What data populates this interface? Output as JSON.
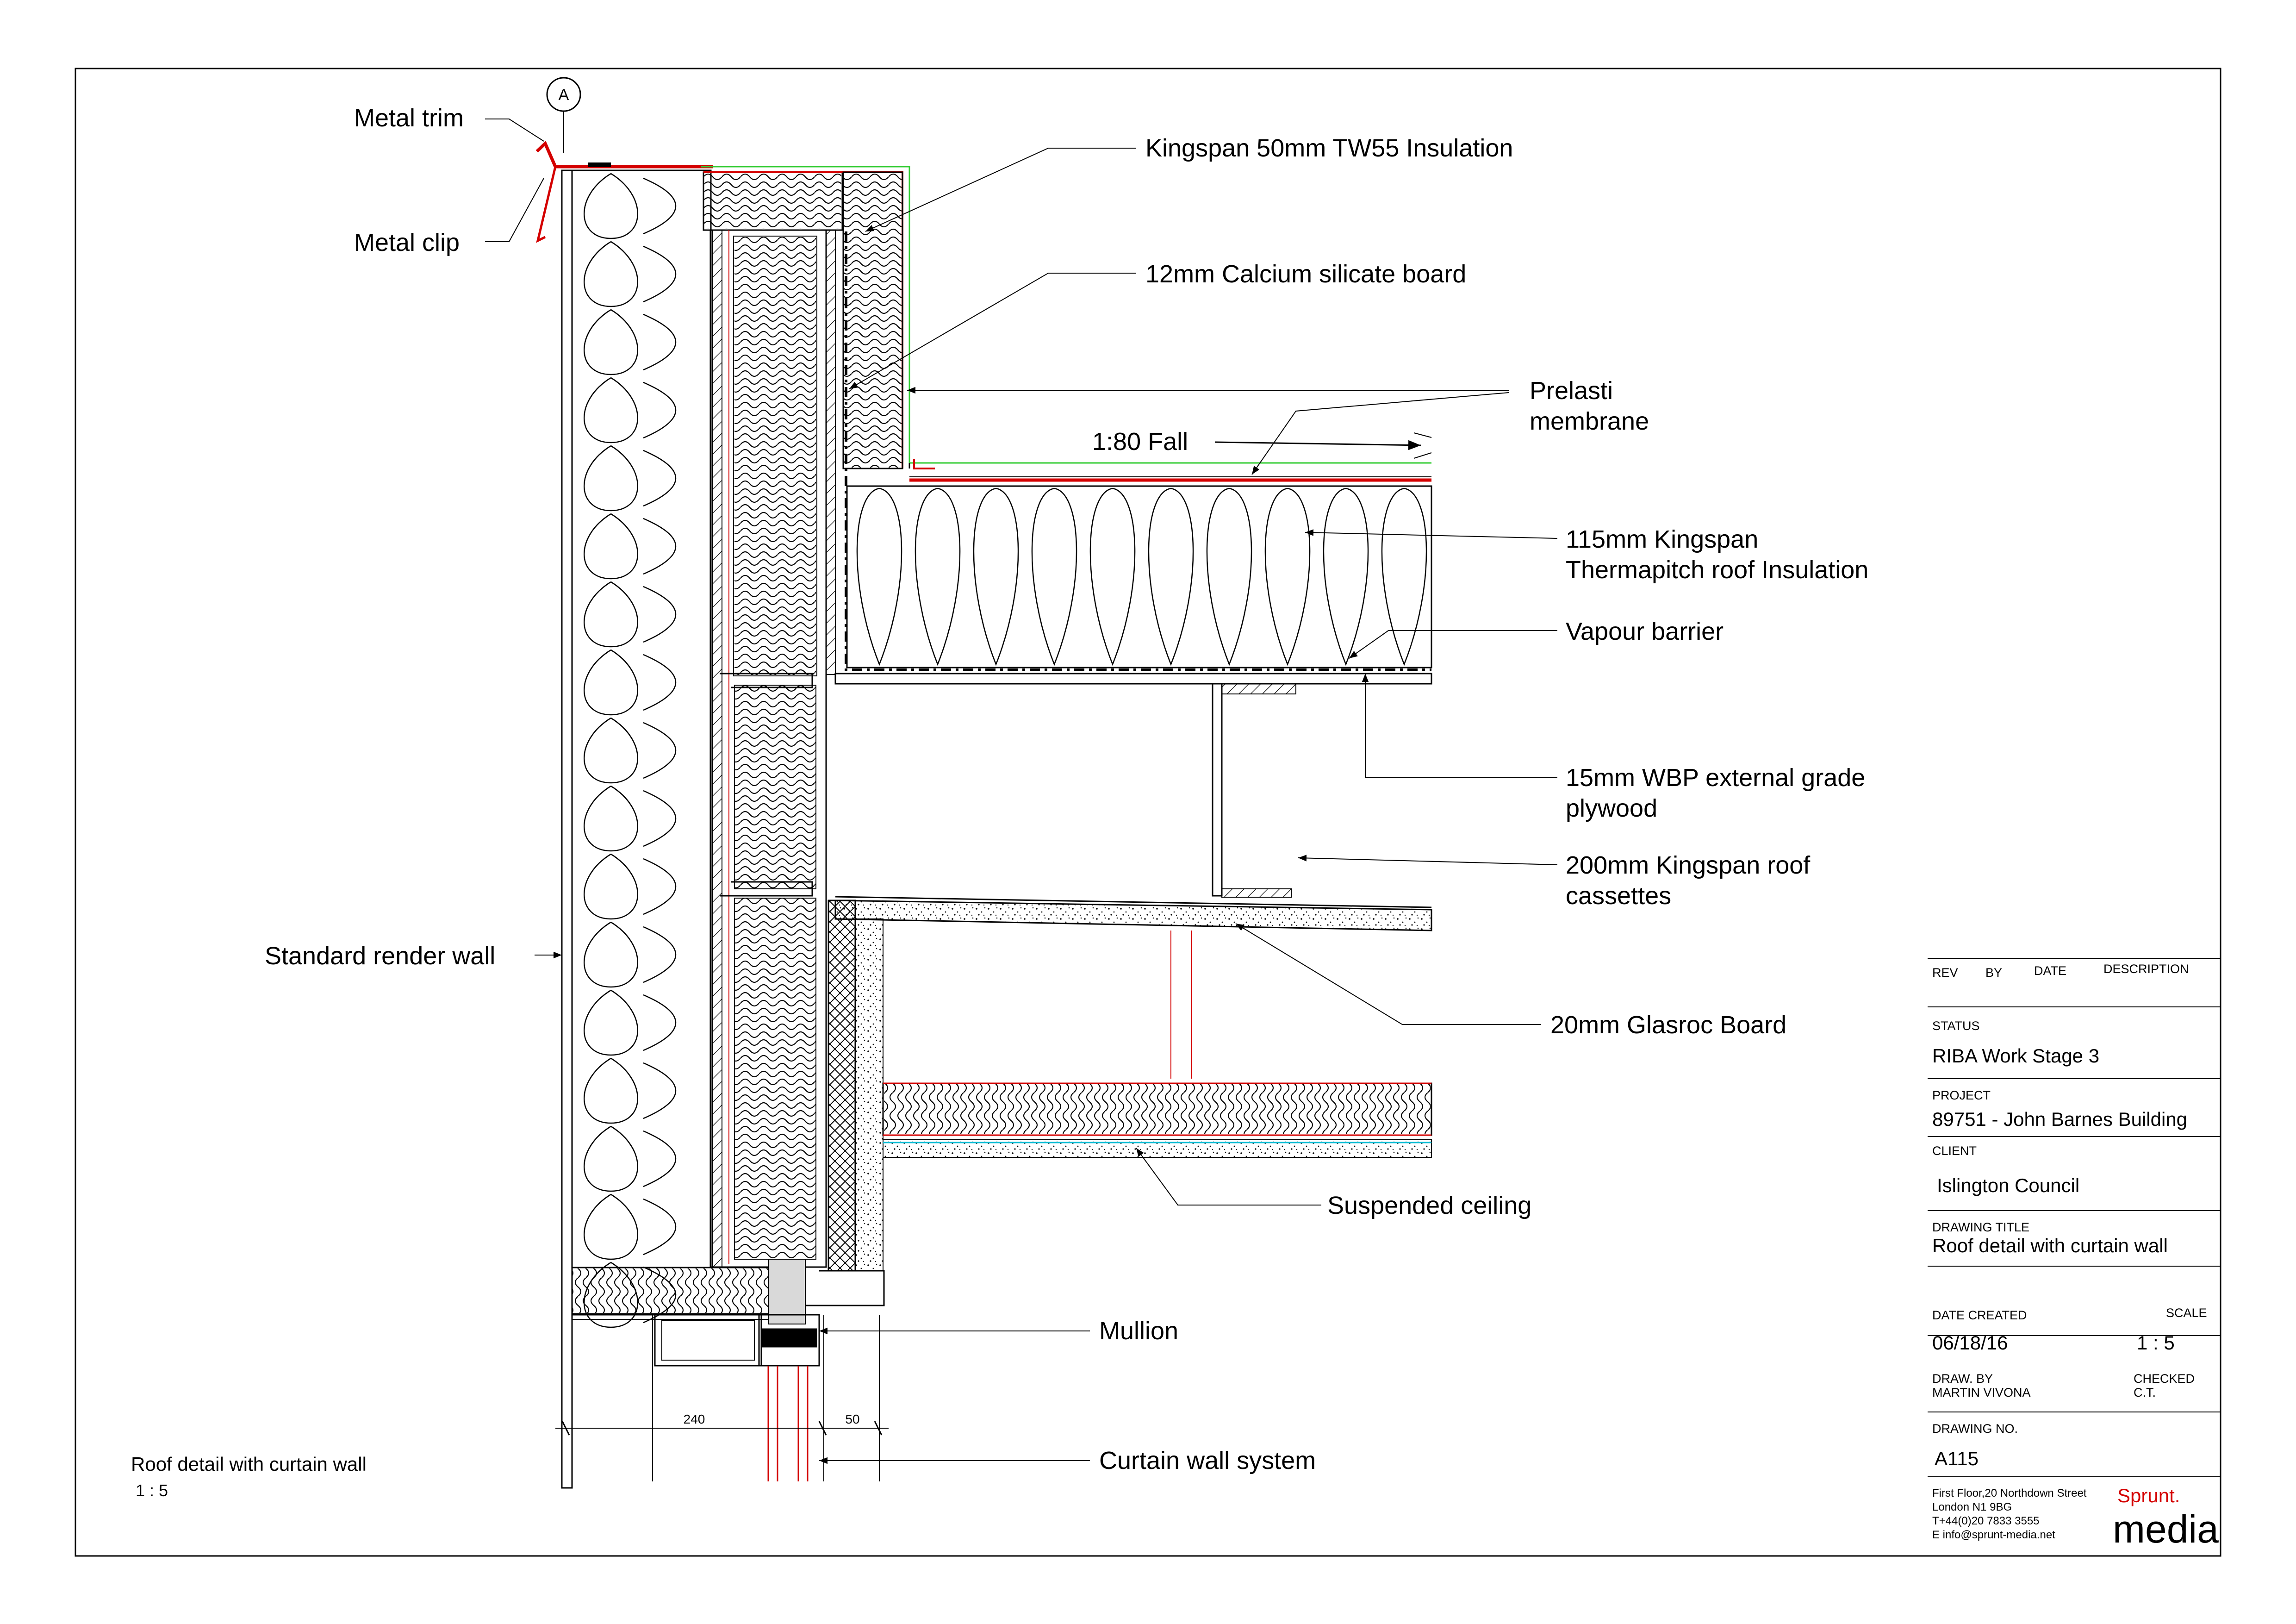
{
  "grid_marker": "A",
  "labels": {
    "metal_trim": "Metal trim",
    "metal_clip": "Metal clip",
    "kingspan_tw55": "Kingspan 50mm TW55 Insulation",
    "calcium_silicate": "12mm Calcium silicate board",
    "prelasti_1": "Prelasti",
    "prelasti_2": "membrane",
    "fall": "1:80 Fall",
    "thermapitch_1": "115mm Kingspan",
    "thermapitch_2": "Thermapitch roof Insulation",
    "vapour_barrier": "Vapour barrier",
    "wbp_1": "15mm WBP external grade",
    "wbp_2": "plywood",
    "cassettes_1": "200mm Kingspan roof",
    "cassettes_2": "cassettes",
    "render_wall": "Standard  render wall",
    "glasroc": "20mm Glasroc Board",
    "suspended_ceiling": "Suspended ceiling",
    "mullion": "Mullion",
    "curtain_wall": "Curtain wall system"
  },
  "dimensions": {
    "d1": "240",
    "d2": "50"
  },
  "view_caption": {
    "title": "Roof detail with curtain wall",
    "scale": "1 : 5"
  },
  "title_block": {
    "rev_headers": {
      "rev": "REV",
      "by": "BY",
      "date": "DATE",
      "description": "DESCRIPTION"
    },
    "status_label": "STATUS",
    "status": "RIBA Work Stage 3",
    "project_label": "PROJECT",
    "project": "89751 - John Barnes Building",
    "client_label": "CLIENT",
    "client": "Islington Council",
    "drawing_title_label": "DRAWING TITLE",
    "drawing_title": "Roof detail with curtain wall",
    "date_created_label": "DATE CREATED",
    "date_created": "06/18/16",
    "scale_label": "SCALE",
    "scale": "1 : 5",
    "drawn_by_label": "DRAW. BY",
    "drawn_by": "MARTIN VIVONA",
    "checked_label": "CHECKED",
    "checked": "C.T.",
    "drawing_no_label": "DRAWING NO.",
    "drawing_no": "A115",
    "address": [
      "First Floor,20 Northdown Street",
      "London N1 9BG",
      "T+44(0)20 7833 3555",
      "E info@sprunt-media.net"
    ],
    "logo_top": "Sprunt.",
    "logo_bottom": "media"
  },
  "colors": {
    "accent_red": "#d40000",
    "membrane_green": "#33cc33",
    "ceiling_cyan": "#00bcd4",
    "line": "#000000"
  }
}
